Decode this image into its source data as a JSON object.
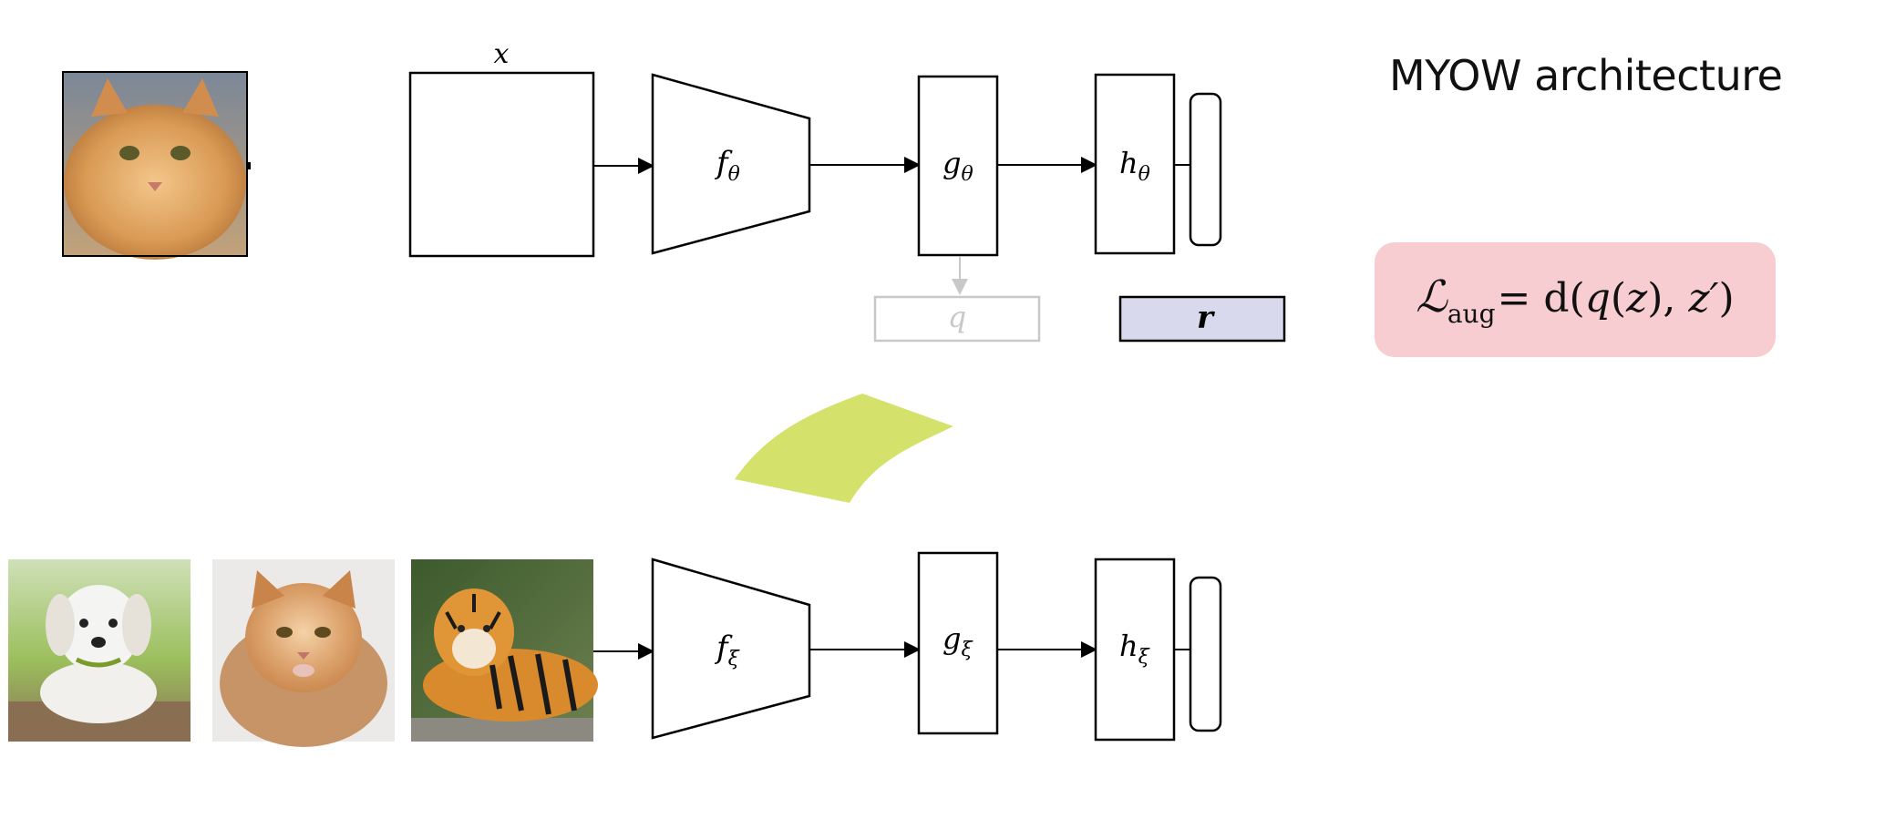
{
  "header": {
    "title": "MYOW architecture"
  },
  "labels": {
    "x": "x",
    "f_theta": "f",
    "f_theta_sub": "θ",
    "g_theta": "g",
    "g_theta_sub": "θ",
    "h_theta": "h",
    "h_theta_sub": "θ",
    "q": "q",
    "r": "r",
    "f_xi": "f",
    "f_xi_sub": "ξ",
    "g_xi": "g",
    "g_xi_sub": "ξ",
    "h_xi": "h",
    "h_xi_sub": "ξ"
  },
  "loss": {
    "symbol": "ℒ",
    "subscript": "aug",
    "eq": "= d(",
    "q": "q",
    "z": "z",
    "mid": "), ",
    "zprime": "z′",
    "close": ")"
  },
  "images": {
    "cat_top": "cat",
    "dog": "dog",
    "cat_bottom": "cat",
    "tiger": "tiger"
  },
  "colors": {
    "loss_bg": "#f8cdd1",
    "r_fill": "#d8d9ec",
    "blob": "#d4e26c",
    "q_faded": "#c8c8c8"
  }
}
